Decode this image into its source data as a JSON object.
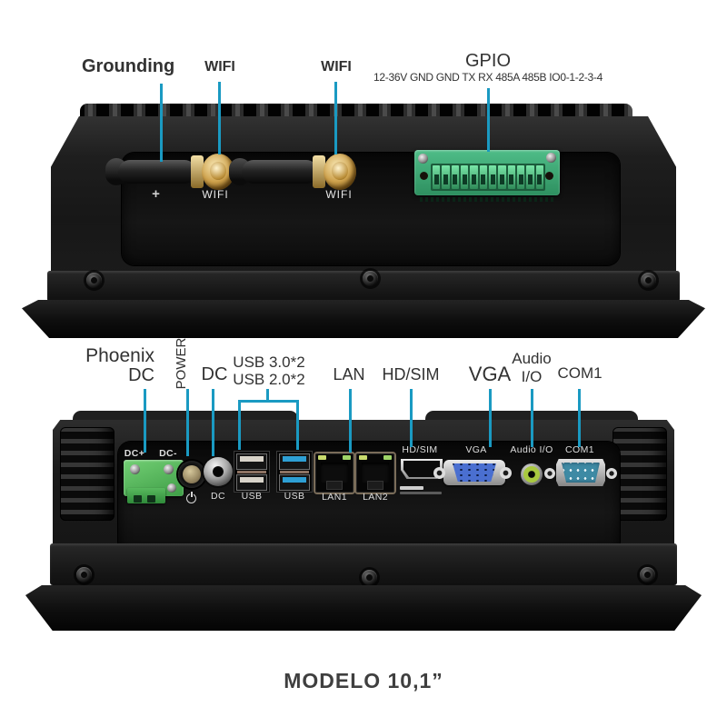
{
  "colors": {
    "leader_line": "#1a9ac2",
    "callout_text": "#323232",
    "phoenix_green": "#55b85c",
    "gpio_green": "#3fa974",
    "usb3_blue": "#2e9fd4",
    "vga_blue": "#4a6fd0",
    "audio_green": "#a9c93f",
    "com_teal": "#3e8aa4",
    "antenna_gold": "#cda04a"
  },
  "top_view": {
    "callouts": {
      "grounding": "Grounding",
      "wifi_left": "WIFI",
      "wifi_right": "WIFI",
      "gpio": "GPIO",
      "gpio_pins": "12-36V GND GND TX RX 485A 485B IO0-1-2-3-4"
    },
    "panel": {
      "grounding_mark": "+",
      "wifi_left": "WIFI",
      "wifi_right": "WIFI"
    }
  },
  "bottom_view": {
    "callouts": {
      "phoenix_line1": "Phoenix",
      "phoenix_line2": "DC",
      "power": "POWER",
      "dc": "DC",
      "usb_line1": "USB 3.0*2",
      "usb_line2": "USB 2.0*2",
      "lan": "LAN",
      "hdsim": "HD/SIM",
      "vga": "VGA",
      "audio_line1": "Audio",
      "audio_line2": "I/O",
      "com1": "COM1"
    },
    "panel": {
      "dc_plus": "DC+",
      "dc_minus": "DC-",
      "dc": "DC",
      "usb2": "USB",
      "usb3": "USB",
      "lan1": "LAN1",
      "lan2": "LAN2",
      "hdsim": "HD/SIM",
      "vga": "VGA",
      "audio": "Audio I/O",
      "com1": "COM1"
    }
  },
  "footer": {
    "model_label": "MODELO 10,1”"
  }
}
